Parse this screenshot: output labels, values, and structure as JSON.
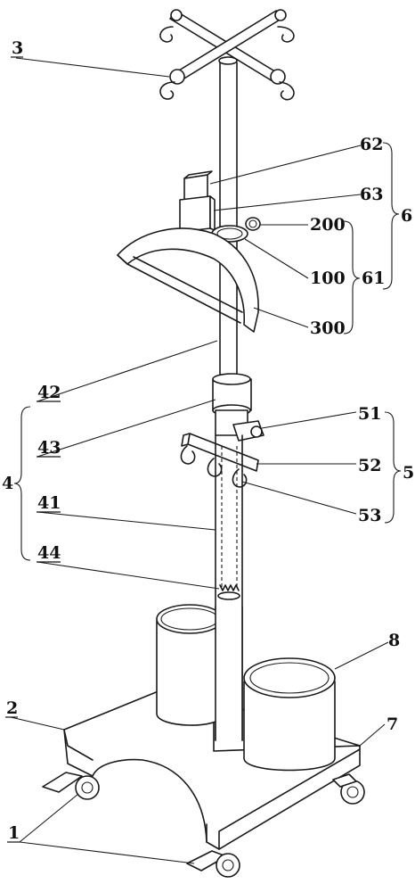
{
  "labels": {
    "l3": "3",
    "l62": "62",
    "l63": "63",
    "l200": "200",
    "l6": "6",
    "l100": "100",
    "l61": "61",
    "l300": "300",
    "l42": "42",
    "l43": "43",
    "l51": "51",
    "l4": "4",
    "l52": "52",
    "l5": "5",
    "l41": "41",
    "l53": "53",
    "l44": "44",
    "l8": "8",
    "l2": "2",
    "l7": "7",
    "l1": "1"
  }
}
